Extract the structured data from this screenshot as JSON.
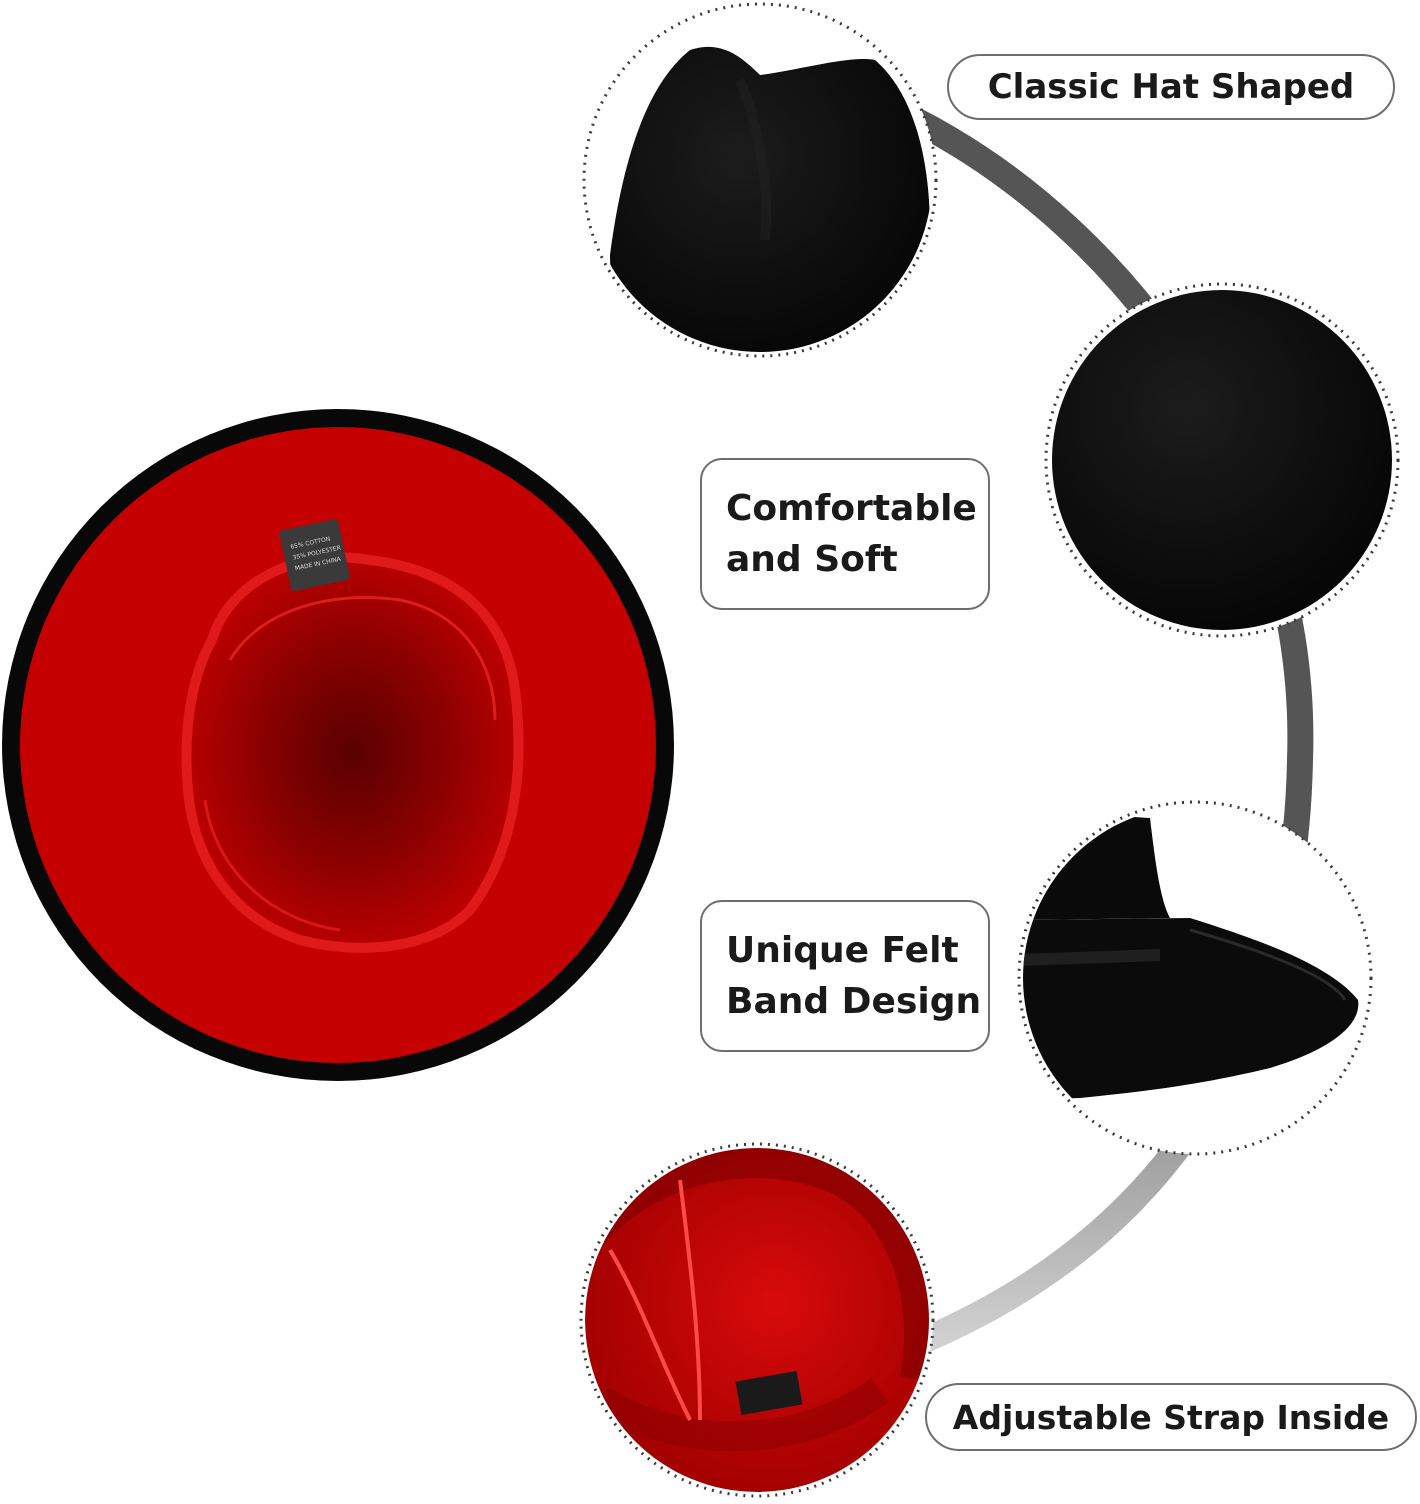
{
  "features": {
    "classic_shape": {
      "label": "Classic Hat Shaped"
    },
    "comfortable": {
      "line1": "Comfortable",
      "line2": "and Soft"
    },
    "felt_band": {
      "line1": "Unique Felt",
      "line2": "Band Design"
    },
    "adjustable_strap": {
      "label": "Adjustable Strap Inside"
    }
  },
  "hat_tag": {
    "lines": [
      "65% COTTON",
      "35% POLYESTER",
      "MADE IN CHINA"
    ]
  },
  "colors": {
    "felt_black": "#0b0b0b",
    "lining_red": "#c40000",
    "connector_gray": "#5a5a5a",
    "outline_gray": "#6e6e6e"
  },
  "icons": [
    "hat-crown-photo",
    "felt-texture-photo",
    "hat-brim-band-photo",
    "hat-interior-strap-photo",
    "hat-underside-photo"
  ]
}
